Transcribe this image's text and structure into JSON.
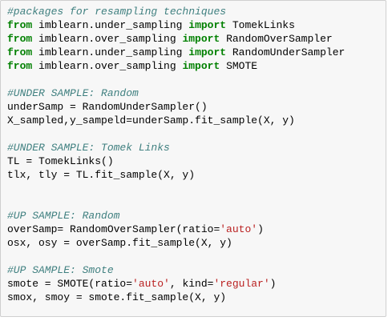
{
  "lines": [
    {
      "parts": [
        {
          "t": "cm",
          "s": "#packages for resampling techniques"
        }
      ]
    },
    {
      "parts": [
        {
          "t": "kw",
          "s": "from"
        },
        {
          "t": "tx",
          "s": " imblearn.under_sampling "
        },
        {
          "t": "kw",
          "s": "import"
        },
        {
          "t": "tx",
          "s": " TomekLinks"
        }
      ]
    },
    {
      "parts": [
        {
          "t": "kw",
          "s": "from"
        },
        {
          "t": "tx",
          "s": " imblearn.over_sampling "
        },
        {
          "t": "kw",
          "s": "import"
        },
        {
          "t": "tx",
          "s": " RandomOverSampler"
        }
      ]
    },
    {
      "parts": [
        {
          "t": "kw",
          "s": "from"
        },
        {
          "t": "tx",
          "s": " imblearn.under_sampling "
        },
        {
          "t": "kw",
          "s": "import"
        },
        {
          "t": "tx",
          "s": " RandomUnderSampler"
        }
      ]
    },
    {
      "parts": [
        {
          "t": "kw",
          "s": "from"
        },
        {
          "t": "tx",
          "s": " imblearn.over_sampling "
        },
        {
          "t": "kw",
          "s": "import"
        },
        {
          "t": "tx",
          "s": " SMOTE"
        }
      ]
    },
    {
      "parts": []
    },
    {
      "parts": [
        {
          "t": "cm",
          "s": "#UNDER SAMPLE: Random"
        }
      ]
    },
    {
      "parts": [
        {
          "t": "tx",
          "s": "underSamp = RandomUnderSampler()"
        }
      ]
    },
    {
      "parts": [
        {
          "t": "tx",
          "s": "X_sampled,y_sampeld=underSamp.fit_sample(X, y)"
        }
      ]
    },
    {
      "parts": []
    },
    {
      "parts": [
        {
          "t": "cm",
          "s": "#UNDER SAMPLE: Tomek Links"
        }
      ]
    },
    {
      "parts": [
        {
          "t": "tx",
          "s": "TL = TomekLinks()"
        }
      ]
    },
    {
      "parts": [
        {
          "t": "tx",
          "s": "tlx, tly = TL.fit_sample(X, y)"
        }
      ]
    },
    {
      "parts": []
    },
    {
      "parts": []
    },
    {
      "parts": [
        {
          "t": "cm",
          "s": "#UP SAMPLE: Random"
        }
      ]
    },
    {
      "parts": [
        {
          "t": "tx",
          "s": "overSamp= RandomOverSampler(ratio="
        },
        {
          "t": "st",
          "s": "'auto'"
        },
        {
          "t": "tx",
          "s": ")"
        }
      ]
    },
    {
      "parts": [
        {
          "t": "tx",
          "s": "osx, osy = overSamp.fit_sample(X, y)"
        }
      ]
    },
    {
      "parts": []
    },
    {
      "parts": [
        {
          "t": "cm",
          "s": "#UP SAMPLE: Smote"
        }
      ]
    },
    {
      "parts": [
        {
          "t": "tx",
          "s": "smote = SMOTE(ratio="
        },
        {
          "t": "st",
          "s": "'auto'"
        },
        {
          "t": "tx",
          "s": ", kind="
        },
        {
          "t": "st",
          "s": "'regular'"
        },
        {
          "t": "tx",
          "s": ")"
        }
      ]
    },
    {
      "parts": [
        {
          "t": "tx",
          "s": "smox, smoy = smote.fit_sample(X, y)"
        }
      ]
    }
  ],
  "colors": {
    "comment": "#408080",
    "keyword": "#008000",
    "string": "#ba2121",
    "text": "#000000",
    "cell_background": "#f7f7f7",
    "cell_border": "#cfcfcf"
  }
}
